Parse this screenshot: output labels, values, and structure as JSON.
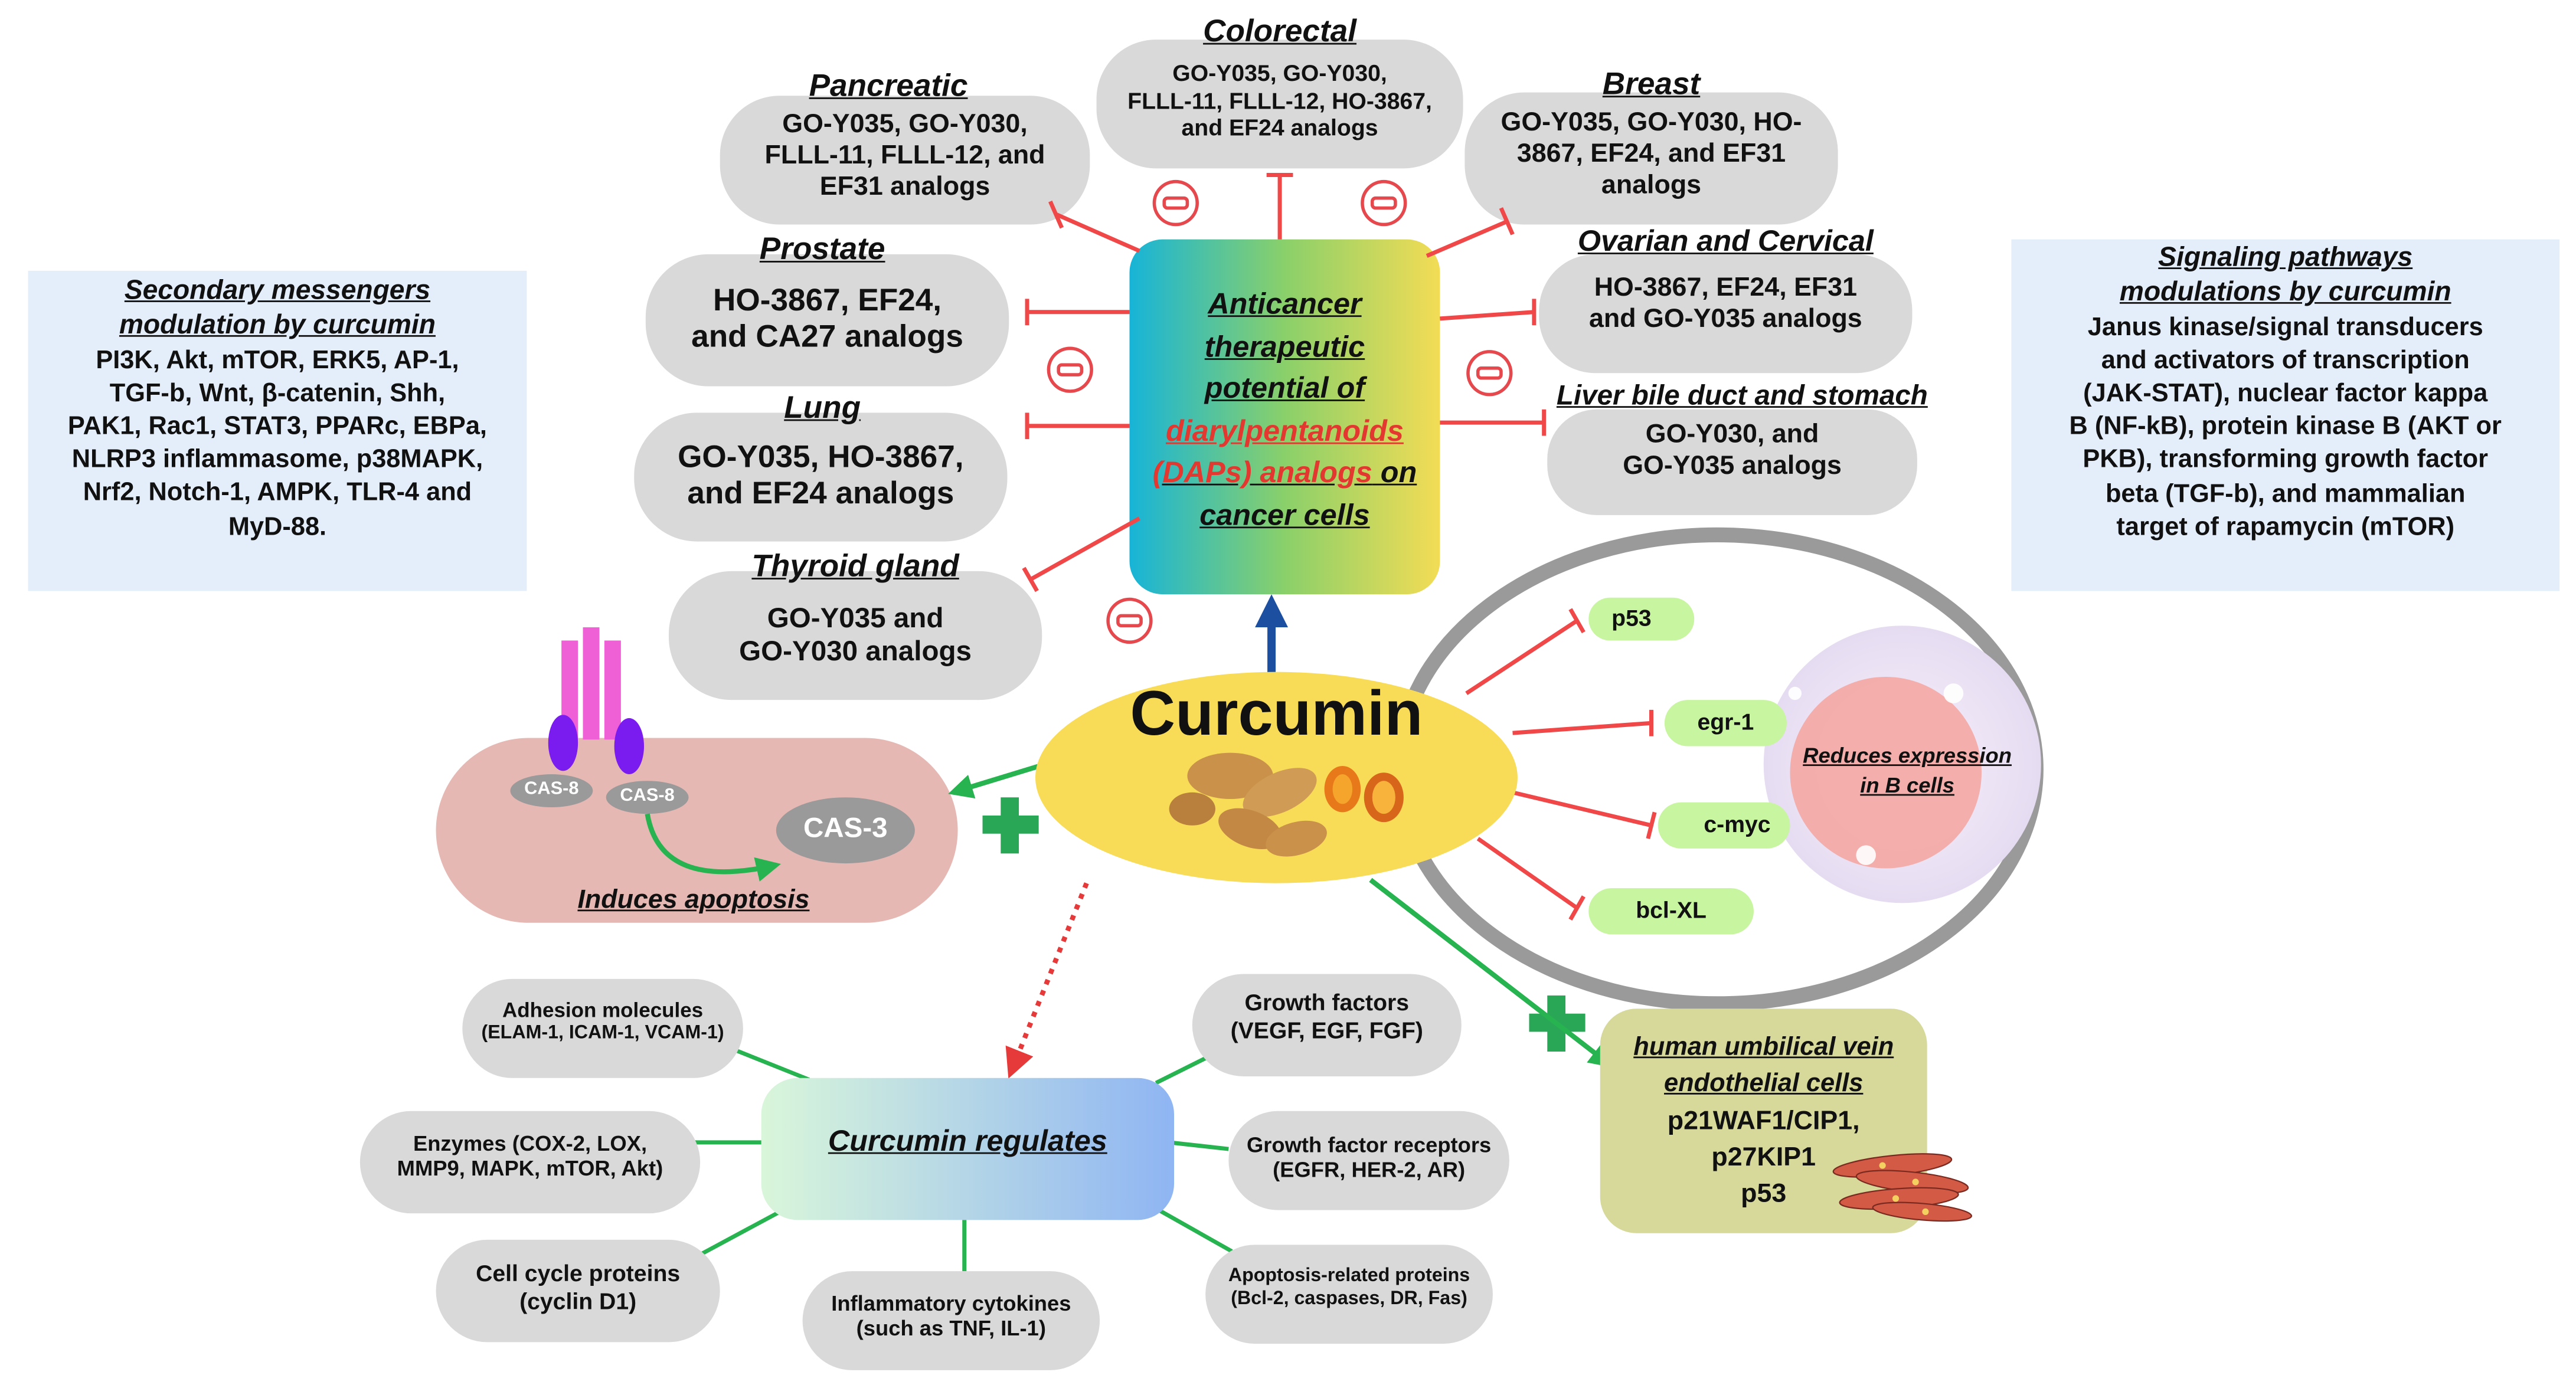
{
  "center": {
    "label": "Curcumin"
  },
  "anticancer": {
    "lines": [
      "Anticancer",
      "therapeutic",
      "potential of"
    ],
    "highlight_line1": "diarylpentanoids",
    "highlight_line2a": "(DAPs) analogs",
    "highlight_line2b": " on",
    "line_last": "cancer cells"
  },
  "cancers": [
    {
      "title": "Colorectal",
      "text": [
        "GO-Y035, GO-Y030,",
        "FLLL-11, FLLL-12, HO-3867,",
        "and EF24 analogs"
      ]
    },
    {
      "title": "Pancreatic",
      "text": [
        "GO-Y035, GO-Y030,",
        "FLLL-11, FLLL-12, and",
        "EF31 analogs"
      ]
    },
    {
      "title": "Breast",
      "text": [
        "GO-Y035, GO-Y030, HO-",
        "3867, EF24, and EF31",
        "analogs"
      ]
    },
    {
      "title": "Prostate",
      "text": [
        "HO-3867, EF24,",
        "and CA27 analogs"
      ]
    },
    {
      "title": "Ovarian and Cervical",
      "text": [
        "HO-3867, EF24, EF31",
        "and GO-Y035 analogs"
      ]
    },
    {
      "title": "Lung",
      "text": [
        "GO-Y035, HO-3867,",
        "and EF24 analogs"
      ]
    },
    {
      "title": "Liver bile duct and stomach",
      "text": [
        "GO-Y030, and",
        "GO-Y035 analogs"
      ]
    },
    {
      "title": "Thyroid gland",
      "text": [
        "GO-Y035 and",
        "GO-Y030 analogs"
      ]
    }
  ],
  "secondary": {
    "title": [
      "Secondary messengers",
      "modulation by curcumin"
    ],
    "body": [
      "PI3K, Akt, mTOR, ERK5, AP-1,",
      "TGF-b, Wnt, β-catenin, Shh,",
      "PAK1, Rac1, STAT3, PPARc, EBPa,",
      "NLRP3 inflammasome, p38MAPK,",
      "Nrf2, Notch-1, AMPK, TLR-4 and",
      "MyD-88."
    ]
  },
  "signaling": {
    "title": [
      "Signaling pathways",
      "modulations by curcumin"
    ],
    "body": [
      "Janus kinase/signal transducers",
      "and activators of transcription",
      "(JAK-STAT), nuclear factor kappa",
      "B (NF-kB), protein kinase B (AKT or",
      "PKB), transforming growth factor",
      "beta (TGF-b), and mammalian",
      "target of rapamycin (mTOR)"
    ]
  },
  "apoptosis": {
    "cas8_left": "CAS-8",
    "cas8_right": "CAS-8",
    "cas3": "CAS-3",
    "label": "Induces apoptosis"
  },
  "bcells": {
    "genes": [
      "p53",
      "egr-1",
      "c-myc",
      "bcl-XL"
    ],
    "note": [
      "Reduces expression",
      "in B cells"
    ]
  },
  "huvec": {
    "title": [
      "human umbilical vein",
      "endothelial cells"
    ],
    "items": [
      "p21WAF1/CIP1,",
      "p27KIP1",
      "p53"
    ]
  },
  "regulates": {
    "label": "Curcumin regulates",
    "items": [
      {
        "text": [
          "Adhesion molecules",
          "(ELAM-1, ICAM-1, VCAM-1)"
        ]
      },
      {
        "text": [
          "Growth factors",
          "(VEGF, EGF, FGF)"
        ]
      },
      {
        "text": [
          "Enzymes (COX-2, LOX,",
          "MMP9, MAPK, mTOR, Akt)"
        ]
      },
      {
        "text": [
          "Growth factor receptors",
          "(EGFR, HER-2, AR)"
        ]
      },
      {
        "text": [
          "Cell cycle proteins",
          "(cyclin D1)"
        ]
      },
      {
        "text": [
          "Inflammatory cytokines",
          "(such as TNF, IL-1)"
        ]
      },
      {
        "text": [
          "Apoptosis-related proteins",
          "(Bcl-2, caspases, DR, Fas)"
        ]
      }
    ]
  },
  "colors": {
    "inhibit": "#f04848",
    "activate": "#27b34f",
    "arrow_up": "#1d4fa0",
    "center_fill": "#f8dc58",
    "highlight_text": "#e2382f",
    "gray_box": "#d9d9d9",
    "blue_box": "#e4eefb",
    "apoptosis_fill": "#e6b8b3",
    "huvec_fill": "#d6d99a",
    "gene_fill": "#c8f5a0"
  }
}
